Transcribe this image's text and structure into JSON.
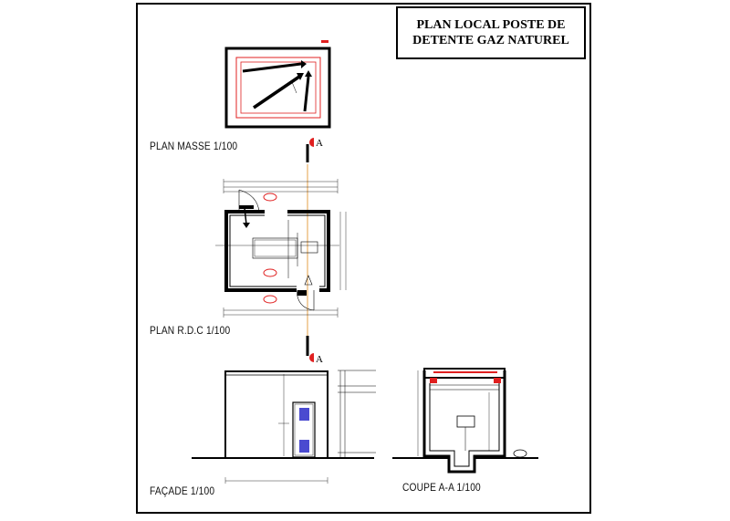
{
  "title": {
    "line1": "PLAN LOCAL POSTE DE",
    "line2": "DETENTE GAZ NATUREL"
  },
  "views": {
    "plan_masse": "PLAN MASSE 1/100",
    "plan_rdc": "PLAN R.D.C 1/100",
    "facade": "FAÇADE 1/100",
    "coupe": "COUPE A-A 1/100"
  },
  "section_marker": "A",
  "colors": {
    "line": "#000000",
    "accent": "#e02020",
    "axis": "#e08a1a",
    "hatch": "#4a4ad0"
  }
}
